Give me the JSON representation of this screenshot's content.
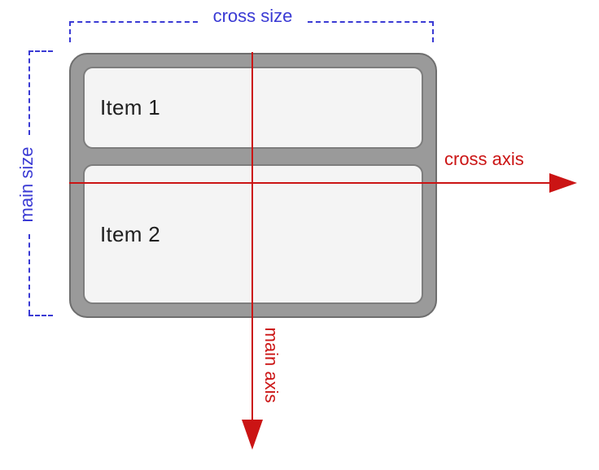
{
  "diagram": {
    "type": "flexbox-column-axes-diagram",
    "container_items": [
      {
        "label": "Item 1"
      },
      {
        "label": "Item 2"
      }
    ],
    "annotations": {
      "cross_size": "cross size",
      "main_size": "main size",
      "cross_axis": "cross axis",
      "main_axis": "main axis"
    },
    "colors": {
      "measure_blue": "#3a3ad4",
      "axis_red": "#cb1414",
      "container_fill": "#9a9a9a",
      "container_border": "#6e6e6e",
      "item_fill": "#f4f4f4",
      "item_border": "#7d7d7d",
      "item_text": "#1f1f1f",
      "background": "#ffffff"
    }
  }
}
